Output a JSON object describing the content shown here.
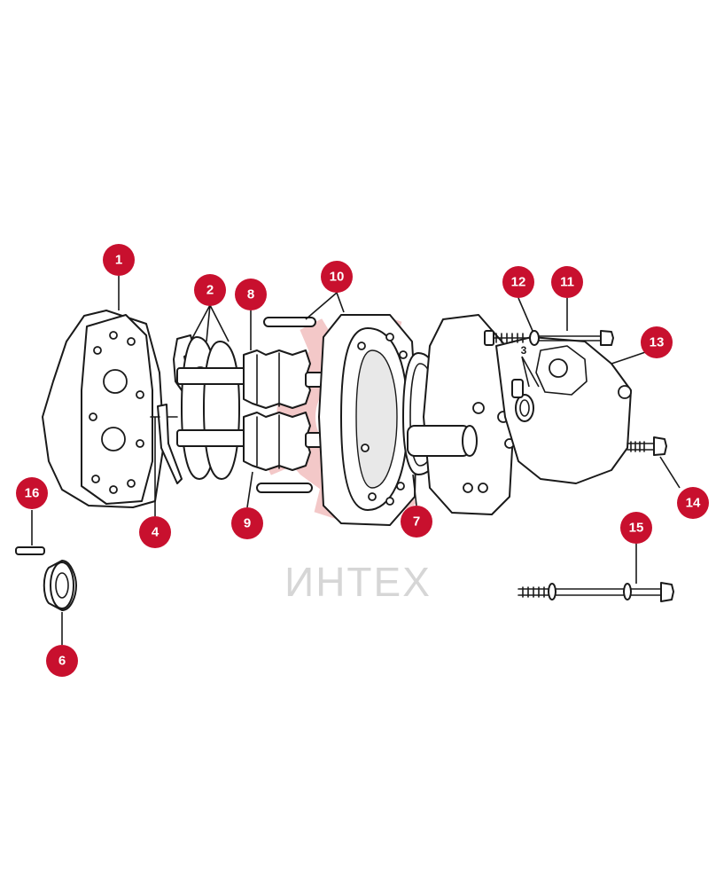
{
  "watermark": {
    "text": "ИНТЕХ",
    "gear_color": "#f3c8c8",
    "text_color": "#d6d6d6"
  },
  "badge_color": "#c8102e",
  "callouts": [
    {
      "id": "1",
      "label": "1"
    },
    {
      "id": "2",
      "label": "2"
    },
    {
      "id": "4",
      "label": "4"
    },
    {
      "id": "6",
      "label": "6"
    },
    {
      "id": "7",
      "label": "7"
    },
    {
      "id": "8",
      "label": "8"
    },
    {
      "id": "9",
      "label": "9"
    },
    {
      "id": "10",
      "label": "10"
    },
    {
      "id": "11",
      "label": "11"
    },
    {
      "id": "12",
      "label": "12"
    },
    {
      "id": "13",
      "label": "13"
    },
    {
      "id": "14",
      "label": "14"
    },
    {
      "id": "15",
      "label": "15"
    },
    {
      "id": "16",
      "label": "16"
    }
  ],
  "inline_label": "3"
}
